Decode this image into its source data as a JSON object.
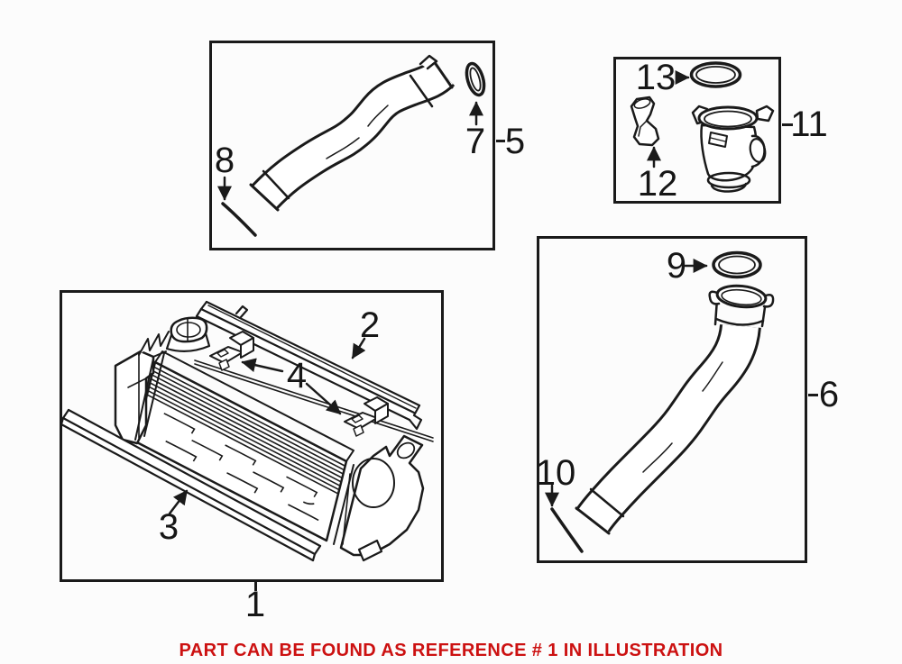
{
  "page": {
    "ink_color": "#1a1a1a",
    "note_color": "#cc1111",
    "background": "#fcfcfc"
  },
  "callouts": {
    "n1": "1",
    "n2": "2",
    "n3": "3",
    "n4": "4",
    "n5": "5",
    "n6": "6",
    "n7": "7",
    "n8": "8",
    "n9": "9",
    "n10": "10",
    "n11": "11",
    "n12": "12",
    "n13": "13"
  },
  "panels": [
    {
      "name": "upper-hose-panel",
      "group_ref": "5",
      "callouts_inside": [
        "7",
        "8"
      ]
    },
    {
      "name": "air-duct-panel",
      "group_ref": "11",
      "callouts_inside": [
        "12",
        "13"
      ]
    },
    {
      "name": "intercooler-panel",
      "group_ref": "1",
      "callouts_inside": [
        "2",
        "3",
        "4"
      ]
    },
    {
      "name": "lower-hose-panel",
      "group_ref": "6",
      "callouts_inside": [
        "9",
        "10"
      ]
    }
  ],
  "footer": {
    "note": "PART CAN BE FOUND AS REFERENCE # 1 IN ILLUSTRATION"
  }
}
